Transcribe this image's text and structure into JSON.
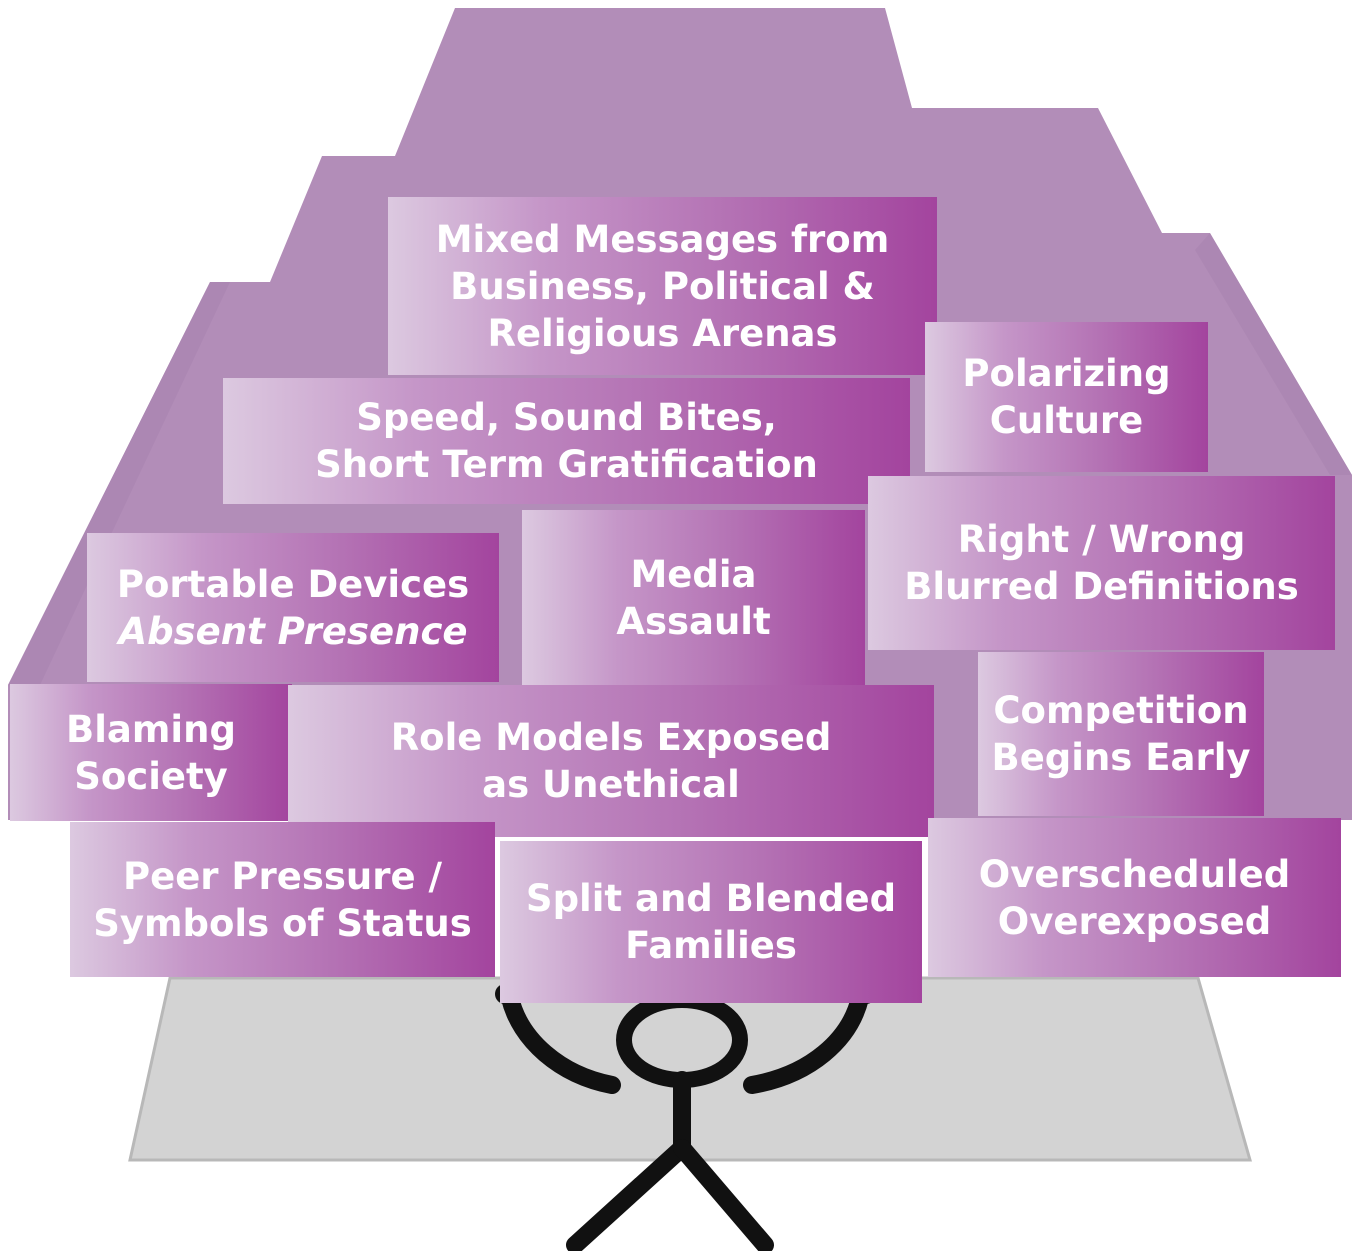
{
  "blocks": [
    {
      "id": "mixed-messages",
      "lines": [
        "Mixed Messages from",
        "Business, Political  &",
        "Religious Arenas"
      ]
    },
    {
      "id": "polarizing-culture",
      "lines": [
        "Polarizing",
        "Culture"
      ]
    },
    {
      "id": "speed-sound-bites",
      "lines": [
        "Speed, Sound Bites,",
        "Short Term Gratification"
      ]
    },
    {
      "id": "portable-devices",
      "lines": [
        "Portable Devices"
      ],
      "italic_line": "Absent Presence"
    },
    {
      "id": "media-assault",
      "lines": [
        "Media",
        "Assault"
      ]
    },
    {
      "id": "right-wrong",
      "lines": [
        "Right / Wrong",
        "Blurred Definitions"
      ]
    },
    {
      "id": "blaming-society",
      "lines": [
        "Blaming",
        "Society"
      ]
    },
    {
      "id": "role-models",
      "lines": [
        "Role Models Exposed",
        "as Unethical"
      ]
    },
    {
      "id": "competition",
      "lines": [
        "Competition",
        "Begins Early"
      ]
    },
    {
      "id": "peer-pressure",
      "lines": [
        "Peer Pressure /",
        "Symbols of Status"
      ]
    },
    {
      "id": "split-blended",
      "lines": [
        "Split and Blended",
        "Families"
      ]
    },
    {
      "id": "overscheduled",
      "lines": [
        "Overscheduled",
        "Overexposed"
      ]
    }
  ],
  "colors": {
    "block_light": "#dcc9e0",
    "block_dark": "#a3449e",
    "backing": "#b28db8",
    "shadow": "#d3d3d3",
    "figure": "#111111"
  }
}
